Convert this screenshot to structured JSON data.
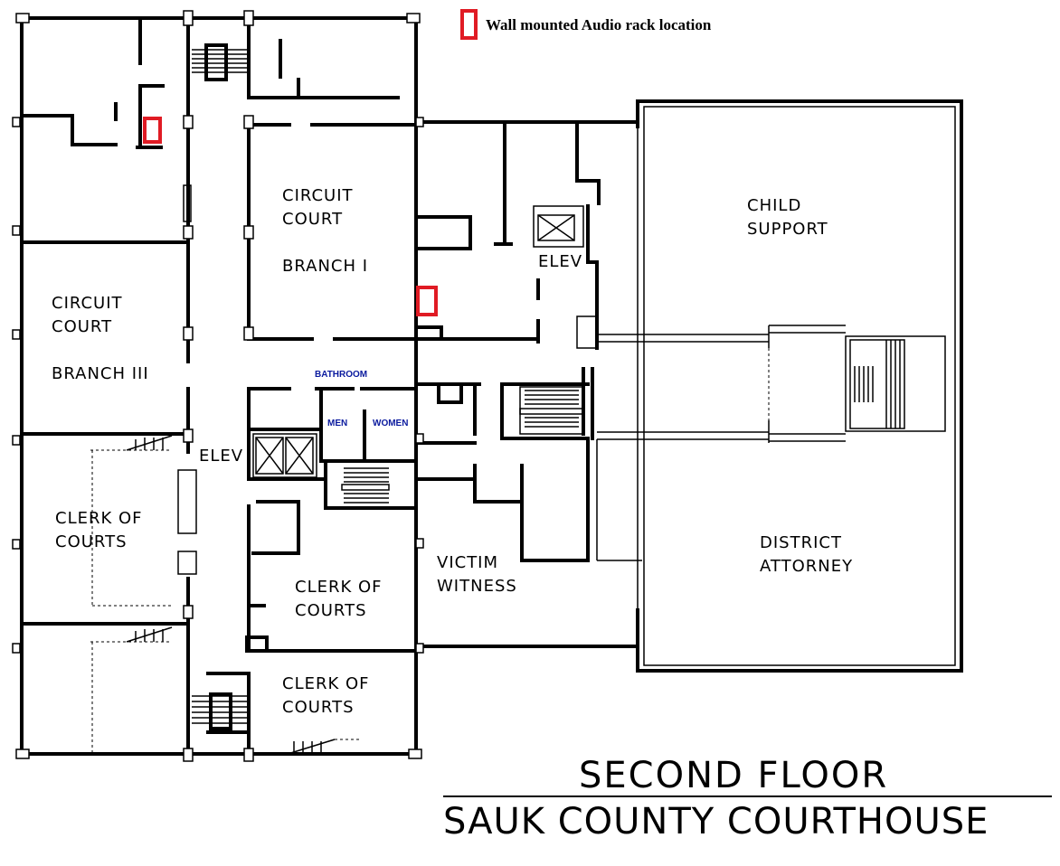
{
  "legend": {
    "label": "Wall mounted Audio rack location",
    "marker_color": "#e01b24"
  },
  "title": {
    "line1": "SECOND FLOOR",
    "line2": "SAUK COUNTY COURTHOUSE"
  },
  "rooms": {
    "circuit_court_b1_line1": "CIRCUIT",
    "circuit_court_b1_line2": "COURT",
    "circuit_court_b1_line3": "BRANCH  I",
    "circuit_court_b3_line1": "CIRCUIT",
    "circuit_court_b3_line2": "COURT",
    "circuit_court_b3_line3": "BRANCH III",
    "child_support_line1": "CHILD",
    "child_support_line2": "SUPPORT",
    "elev_upper": "ELEV",
    "elev_lower": "ELEV",
    "bathroom": "BATHROOM",
    "men": "MEN",
    "women": "WOMEN",
    "clerk_left_line1": "CLERK OF",
    "clerk_left_line2": "COURTS",
    "clerk_mid_line1": "CLERK OF",
    "clerk_mid_line2": "COURTS",
    "clerk_bottom_line1": "CLERK OF",
    "clerk_bottom_line2": "COURTS",
    "victim_witness_line1": "VICTIM",
    "victim_witness_line2": "WITNESS",
    "district_attorney_line1": "DISTRICT",
    "district_attorney_line2": "ATTORNEY"
  },
  "icons": {
    "legend_marker": "red-rectangle",
    "elevator": "elevator-x-box",
    "stairs": "stair-treads"
  }
}
